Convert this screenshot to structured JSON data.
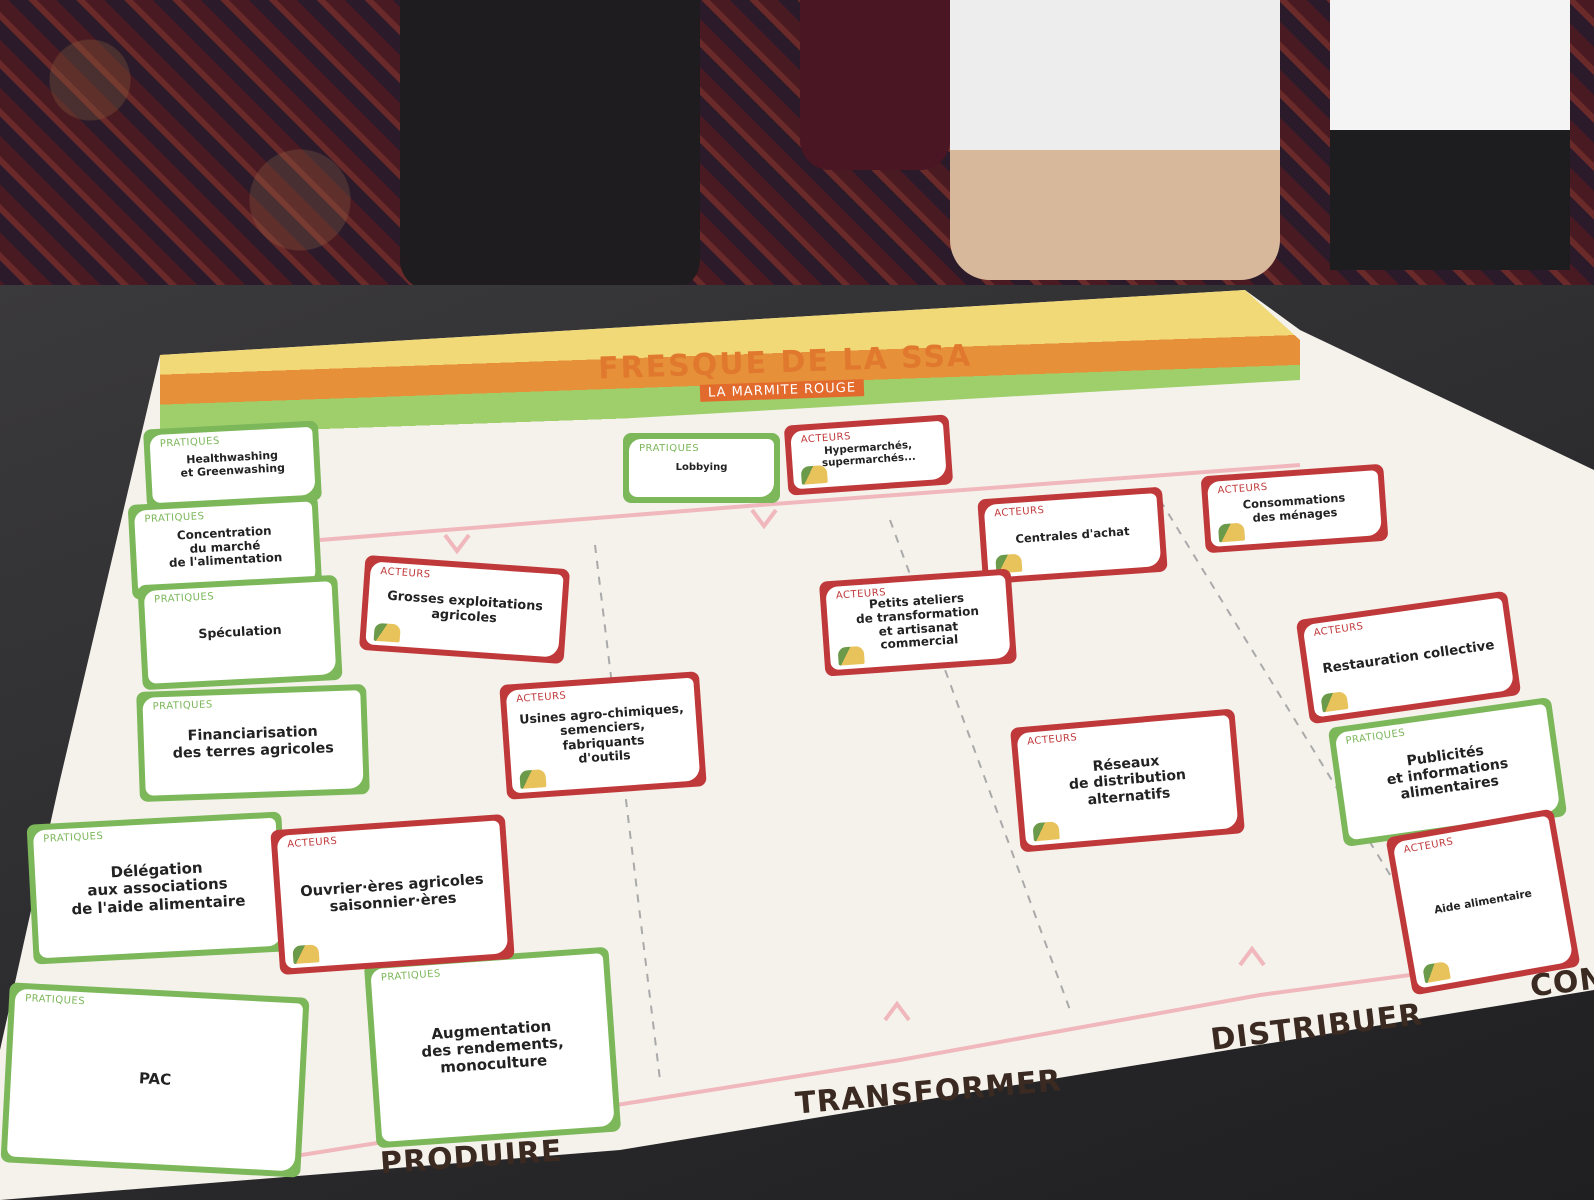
{
  "poster": {
    "title": "FRESQUE DE LA SSA",
    "subtitle": "LA MARMITE ROUGE"
  },
  "stages": [
    "PRODUIRE",
    "TRANSFORMER",
    "DISTRIBUER",
    "CON"
  ],
  "categories": {
    "pratiques": "PRATIQUES",
    "acteurs": "ACTEURS"
  },
  "cards": [
    {
      "type": "pratiques",
      "text": "Healthwashing\net Greenwashing"
    },
    {
      "type": "pratiques",
      "text": "Concentration\ndu marché\nde l'alimentation"
    },
    {
      "type": "pratiques",
      "text": "Spéculation"
    },
    {
      "type": "pratiques",
      "text": "Financiarisation\ndes terres agricoles"
    },
    {
      "type": "pratiques",
      "text": "Délégation\naux associations\nde l'aide alimentaire"
    },
    {
      "type": "pratiques",
      "text": "PAC"
    },
    {
      "type": "pratiques",
      "text": "Augmentation\ndes rendements,\nmonoculture"
    },
    {
      "type": "acteurs",
      "text": "Ouvrier·ères agricoles\nsaisonnier·ères"
    },
    {
      "type": "acteurs",
      "text": "Usines agro-chimiques,\nsemenciers, fabriquants\nd'outils"
    },
    {
      "type": "acteurs",
      "text": "Grosses exploitations\nagricoles"
    },
    {
      "type": "pratiques",
      "text": "Lobbying"
    },
    {
      "type": "acteurs",
      "text": "Hypermarchés,\nsupermarchés..."
    },
    {
      "type": "acteurs",
      "text": "Centrales d'achat"
    },
    {
      "type": "acteurs",
      "text": "Petits ateliers\nde transformation\net artisanat\ncommercial"
    },
    {
      "type": "acteurs",
      "text": "Consommations\ndes ménages"
    },
    {
      "type": "acteurs",
      "text": "Restauration collective"
    },
    {
      "type": "pratiques",
      "text": "Publicités\net informations\nalimentaires"
    },
    {
      "type": "acteurs",
      "text": "Réseaux\nde distribution\nalternatifs"
    },
    {
      "type": "acteurs",
      "text": "Aide alimentaire"
    }
  ]
}
